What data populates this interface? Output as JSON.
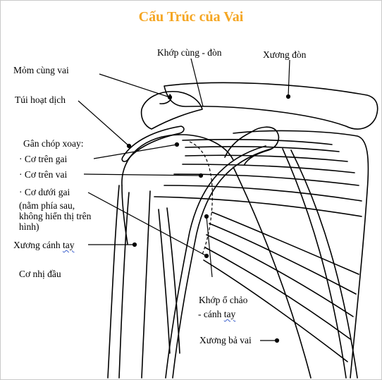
{
  "title": "Cấu Trúc của Vai",
  "colors": {
    "title": "#f5a623",
    "ink": "#000000"
  },
  "labels": {
    "khop_cung_don": "Khớp cùng - đòn",
    "xuong_don": "Xương đòn",
    "mom_cung_vai": "Mỏm cùng vai",
    "tui_hoat_dich": "Túi hoạt dịch",
    "gan_chop_xoay": "Gân chóp xoay:",
    "co_tren_gai": "· Cơ trên gai",
    "co_tren_vai": "· Cơ trên vai",
    "co_duoi_gai": "· Cơ dưới gai",
    "note_line1": "(nằm phía sau,",
    "note_line2": "không hiển thị trên",
    "note_line3": "hình)",
    "xuong_canh_tay_pre": "Xương cánh",
    "xuong_canh_tay_word": "tay",
    "co_nhi_dau": "Cơ nhị đầu",
    "khop_o_chao_line1": "Khớp ổ chảo",
    "khop_o_chao_pre": "- cánh",
    "khop_o_chao_word": "tay",
    "xuong_ba_vai": "Xương bả vai"
  }
}
